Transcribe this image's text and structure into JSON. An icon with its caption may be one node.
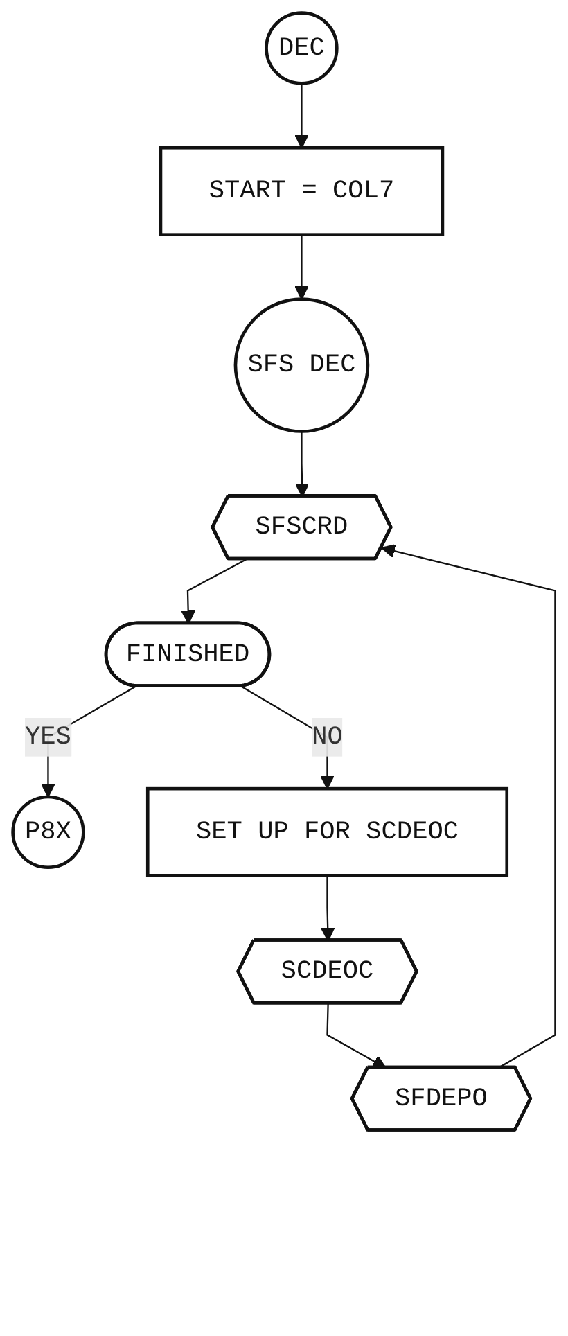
{
  "diagram": {
    "nodes": [
      {
        "text": [
          "DEC"
        ]
      },
      {
        "text": [
          "START = COL7"
        ]
      },
      {
        "text": [
          "SFS DEC"
        ]
      },
      {
        "text": [
          "SFSCRD"
        ]
      },
      {
        "text": [
          "FINISHED"
        ]
      },
      {
        "text": [
          "P8X"
        ]
      },
      {
        "text": [
          "SET UP FOR SCDEOC"
        ]
      },
      {
        "text": [
          "SCDEOC"
        ]
      },
      {
        "text": [
          "SFDEPO"
        ]
      }
    ],
    "edges": [
      {
        "from": 0,
        "to": 1,
        "arrow": "to"
      },
      {
        "from": 1,
        "to": 2,
        "arrow": "to"
      },
      {
        "from": 2,
        "to": 3,
        "arrow": "to"
      },
      {
        "from": 3,
        "to": 4,
        "arrow": "to"
      },
      {
        "from": 4,
        "to": 5,
        "arrow": "to",
        "label": "YES"
      },
      {
        "from": 4,
        "to": 6,
        "arrow": "to",
        "label": "NO"
      },
      {
        "from": 6,
        "to": 7,
        "arrow": "to"
      },
      {
        "from": 7,
        "to": 8,
        "arrow": "to"
      },
      {
        "from": 8,
        "to": 3,
        "arrow": "to"
      }
    ]
  }
}
